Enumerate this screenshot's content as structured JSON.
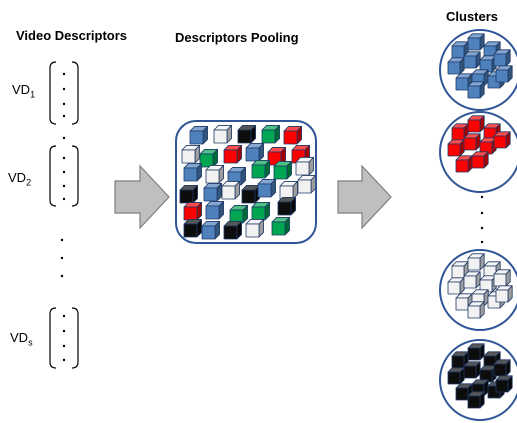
{
  "headers": {
    "video_descriptors": "Video Descriptors",
    "descriptors_pooling": "Descriptors Pooling",
    "clusters": "Clusters"
  },
  "video_descriptors": [
    {
      "label": "VD",
      "subscript": "1"
    },
    {
      "label": "VD",
      "subscript": "2"
    },
    {
      "label": "VD",
      "subscript": "s"
    }
  ],
  "colors": {
    "blue": "#4f81bd",
    "red": "#ff0000",
    "green": "#00a651",
    "white": "#f2f2f2",
    "black": "#0d0d0d",
    "arrow_fill": "#bfbfbf",
    "arrow_stroke": "#7f7f7f",
    "border": "#2f5597"
  },
  "clusters": [
    {
      "color": "blue"
    },
    {
      "color": "red"
    },
    {
      "color": "white"
    },
    {
      "color": "black"
    }
  ]
}
